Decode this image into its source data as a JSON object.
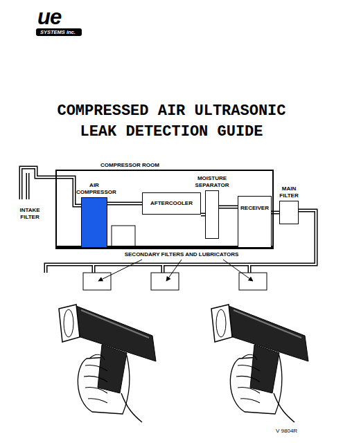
{
  "diagram": {
    "title": "COMPRESSED AIR ULTRASONIC LEAK DETECTION GUIDE",
    "nodes": [
      {
        "text": [
          "COMPRESSOR ROOM"
        ]
      },
      {
        "text": [
          "AIR COMPRESSOR"
        ],
        "in": 0
      },
      {
        "text": [
          "AFTERCOOLER"
        ],
        "in": 0
      },
      {
        "text": [
          "MOISTURE SEPARATOR"
        ],
        "in": 0
      },
      {
        "text": [
          "RECEIVER"
        ],
        "in": 0
      },
      {
        "text": [
          "MAIN FILTER"
        ]
      },
      {
        "text": [
          "INTAKE FILTER"
        ]
      }
    ],
    "edges": [
      {
        "from": 6,
        "to": 1,
        "arrow": "none"
      },
      {
        "from": 1,
        "to": 2,
        "arrow": "none"
      },
      {
        "from": 2,
        "to": 3,
        "arrow": "none"
      },
      {
        "from": 3,
        "to": 4,
        "arrow": "none"
      },
      {
        "from": 4,
        "to": 5,
        "arrow": "none"
      }
    ],
    "labels": [
      "ue",
      "SYSTEMS inc.",
      "SECONDARY FILTERS AND LUBRICATORS",
      "V 9804R"
    ]
  }
}
